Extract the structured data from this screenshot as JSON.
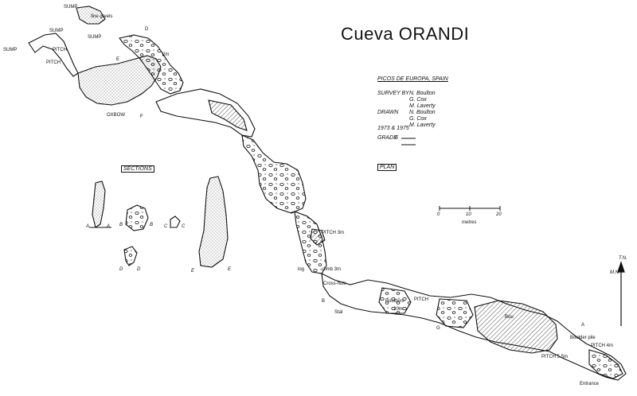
{
  "title": "Cueva ORANDI",
  "header": {
    "region": "PICOS DE EUROPA, SPAIN",
    "survey_label": "SURVEY BY",
    "surveyors": [
      "N. Boulton",
      "G. Cox",
      "M. Laverty"
    ],
    "drawn_label": "DRAWN",
    "drawers": [
      "N. Boulton",
      "G. Cox",
      "M. Laverty"
    ],
    "years": "1973 & 1975",
    "grade_label": "GRADE",
    "grade_value": "6"
  },
  "plan_label": "PLAN",
  "sections_label": "SECTIONS",
  "scale": {
    "ticks": [
      "0",
      "10",
      "20"
    ],
    "unit": "metres"
  },
  "north": {
    "true": "T.N.",
    "magnetic": "M.N."
  },
  "labels": {
    "sump_top": "SUMP",
    "sump_left": "SUMP",
    "sump_mid": "SUMP",
    "sump_d": "D",
    "stal_note": "fine grvels",
    "sump_small": "SUMP",
    "pitch_left": "PITCH",
    "pitch_sub": "PITCH",
    "pitch_note": "2m",
    "e_label": "E",
    "oxbow": "OXBOW",
    "f_label": "F",
    "pitch_3m": "PITCH 3m",
    "climb_3m": "climb 3m",
    "log": "log",
    "cross_hole": "Cross-hole",
    "pitch_mid": "PITCH",
    "stal": "Stal",
    "twenty_m": "20m",
    "boulders": "Boulders",
    "bou": "Bou",
    "pitch_4m": "PITCH 4m",
    "pitch_5m": "PITCH 5.5m",
    "entrance": "Entrance",
    "boulder_pile": "Boulder pile",
    "g_label": "G",
    "a_label": "A",
    "b_label": "B"
  },
  "section_letters": {
    "A": "A",
    "A2": "A",
    "B": "B",
    "B2": "B",
    "C": "C",
    "C2": "C",
    "D": "D",
    "D2": "D",
    "E": "E",
    "E2": "E"
  }
}
